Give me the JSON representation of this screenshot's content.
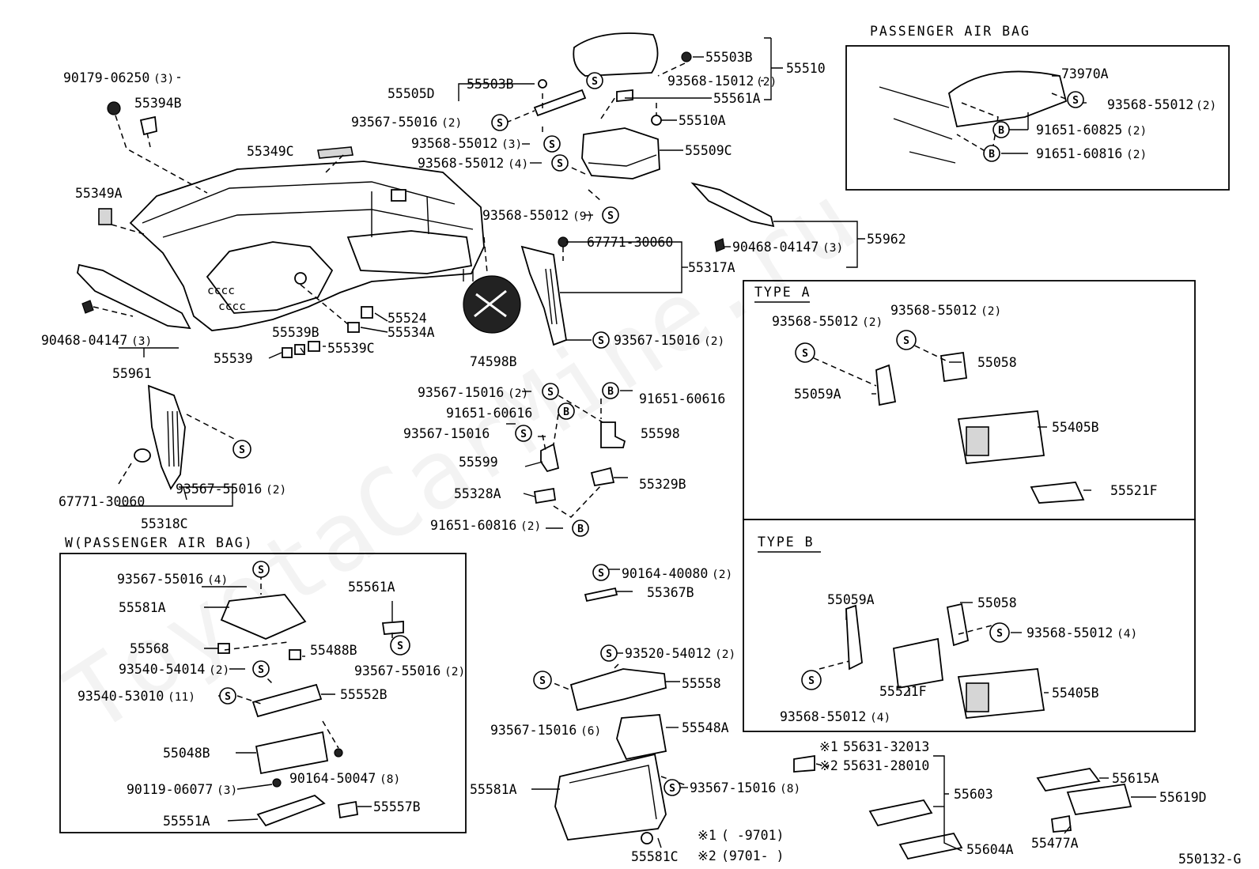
{
  "code": "550132-G",
  "watermark": "ToyotaCarMine.ru",
  "headers": {
    "passenger_air_bag": "PASSENGER AIR BAG",
    "w_passenger_air_bag": "W(PASSENGER AIR BAG)",
    "type_a": "TYPE A",
    "type_b": "TYPE B"
  },
  "legend": {
    "mark1": "※1",
    "mark2": "※2",
    "range1": "(     -9701)",
    "range2": "(9701-     )"
  },
  "parts": {
    "p01": {
      "no": "90179-06250",
      "qty": "(3)"
    },
    "p02": {
      "no": "55394B"
    },
    "p03": {
      "no": "55349C"
    },
    "p04": {
      "no": "55349A"
    },
    "p05": {
      "no": "55505D"
    },
    "p06": {
      "no": "55503B"
    },
    "p07": {
      "no": "93567-55016",
      "qty": "(2)"
    },
    "p08": {
      "no": "93568-55012",
      "qty": "(3)"
    },
    "p09": {
      "no": "93568-55012",
      "qty": "(4)"
    },
    "p10": {
      "no": "93568-55012",
      "qty": "(9)"
    },
    "p11": {
      "no": "55503B"
    },
    "p12": {
      "no": "55510"
    },
    "p13": {
      "no": "93568-15012",
      "qty": "(2)"
    },
    "p14": {
      "no": "55561A"
    },
    "p15": {
      "no": "55510A"
    },
    "p16": {
      "no": "55509C"
    },
    "p17": {
      "no": "73970A"
    },
    "p18": {
      "no": "93568-55012",
      "qty": "(2)"
    },
    "p19": {
      "no": "91651-60825",
      "qty": "(2)"
    },
    "p20": {
      "no": "91651-60816",
      "qty": "(2)"
    },
    "p21": {
      "no": "55962"
    },
    "p22": {
      "no": "90468-04147",
      "qty": "(3)"
    },
    "p23": {
      "no": "67771-30060"
    },
    "p24": {
      "no": "55317A"
    },
    "p25": {
      "no": "93567-15016",
      "qty": "(2)"
    },
    "p26": {
      "no": "74598B"
    },
    "p27": {
      "no": "55524"
    },
    "p28": {
      "no": "55534A"
    },
    "p29": {
      "no": "55539B"
    },
    "p30": {
      "no": "55539"
    },
    "p31": {
      "no": "55539C"
    },
    "p32": {
      "no": "90468-04147",
      "qty": "(3)"
    },
    "p33": {
      "no": "55961"
    },
    "p34": {
      "no": "93567-55016",
      "qty": "(2)"
    },
    "p35": {
      "no": "67771-30060"
    },
    "p36": {
      "no": "55318C"
    },
    "p37": {
      "no": "93567-15016",
      "qty": "(2)"
    },
    "p38": {
      "no": "91651-60616"
    },
    "p39": {
      "no": "91651-60616"
    },
    "p40": {
      "no": "93567-15016"
    },
    "p41": {
      "no": "55598"
    },
    "p42": {
      "no": "55599"
    },
    "p43": {
      "no": "55328A"
    },
    "p44": {
      "no": "55329B"
    },
    "p45": {
      "no": "91651-60816",
      "qty": "(2)"
    },
    "p46": {
      "no": "90164-40080",
      "qty": "(2)"
    },
    "p47": {
      "no": "55367B"
    },
    "p48": {
      "no": "93520-54012",
      "qty": "(2)"
    },
    "p49": {
      "no": "55558"
    },
    "p50": {
      "no": "93567-15016",
      "qty": "(6)"
    },
    "p51": {
      "no": "55548A"
    },
    "p52": {
      "no": "55581A"
    },
    "p53": {
      "no": "93567-15016",
      "qty": "(8)"
    },
    "p54": {
      "no": "55581C"
    },
    "p55": {
      "no": "93567-55016",
      "qty": "(4)"
    },
    "p56": {
      "no": "55581A"
    },
    "p57": {
      "no": "55561A"
    },
    "p58": {
      "no": "55568"
    },
    "p59": {
      "no": "55488B"
    },
    "p60": {
      "no": "93567-55016",
      "qty": "(2)"
    },
    "p61": {
      "no": "93540-54014",
      "qty": "(2)"
    },
    "p62": {
      "no": "93540-53010",
      "qty": "(11)"
    },
    "p63": {
      "no": "55552B"
    },
    "p64": {
      "no": "55048B"
    },
    "p65": {
      "no": "90164-50047",
      "qty": "(8)"
    },
    "p66": {
      "no": "90119-06077",
      "qty": "(3)"
    },
    "p67": {
      "no": "55551A"
    },
    "p68": {
      "no": "55557B"
    },
    "p69": {
      "no": "93568-55012",
      "qty": "(2)"
    },
    "p70": {
      "no": "93568-55012",
      "qty": "(2)"
    },
    "p71": {
      "no": "55058"
    },
    "p72": {
      "no": "55059A"
    },
    "p73": {
      "no": "55405B"
    },
    "p74": {
      "no": "55521F"
    },
    "p75": {
      "no": "55059A"
    },
    "p76": {
      "no": "55058"
    },
    "p77": {
      "no": "93568-55012",
      "qty": "(4)"
    },
    "p78": {
      "no": "55521F"
    },
    "p79": {
      "no": "55405B"
    },
    "p80": {
      "no": "93568-55012",
      "qty": "(4)"
    },
    "p81": {
      "no": "55631-32013"
    },
    "p82": {
      "no": "55631-28010"
    },
    "p83": {
      "no": "55603"
    },
    "p84": {
      "no": "55604A"
    },
    "p85": {
      "no": "55615A"
    },
    "p86": {
      "no": "55619D"
    },
    "p87": {
      "no": "55477A"
    }
  }
}
